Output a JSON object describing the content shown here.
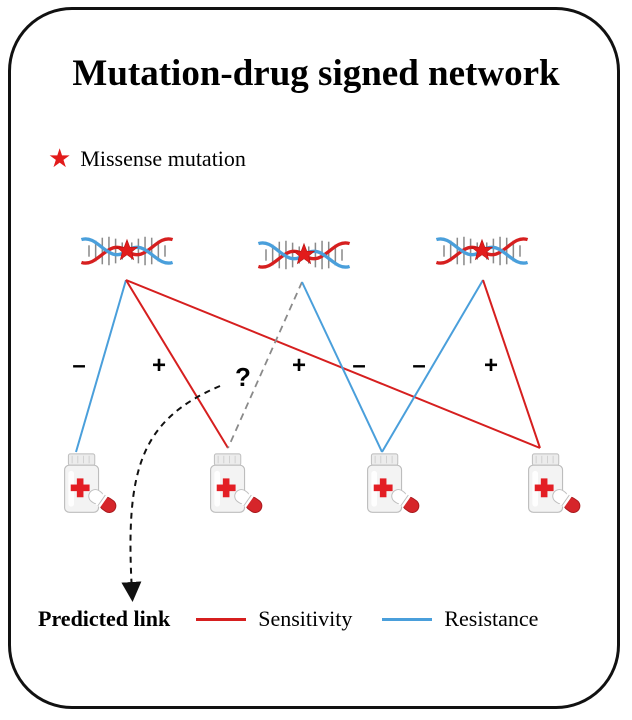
{
  "diagram": {
    "title": "Mutation-drug signed network",
    "missense_label": "Missense mutation",
    "question_mark": "?",
    "signs": [
      "–",
      "+",
      "+",
      "–",
      "–",
      "+"
    ],
    "legend": {
      "predicted_link": "Predicted link",
      "sensitivity": "Sensitivity",
      "resistance": "Resistance"
    },
    "colors": {
      "sensitivity": "#d61f1f",
      "resistance": "#4a9fdb",
      "predicted": "#8a8a8a",
      "mutation_star": "#e21b1b"
    },
    "nodes": {
      "mutations": [
        "dna-helix-icon",
        "dna-helix-icon",
        "dna-helix-icon"
      ],
      "drugs": [
        "medicine-bottle-icon",
        "medicine-bottle-icon",
        "medicine-bottle-icon",
        "medicine-bottle-icon"
      ]
    },
    "edges": [
      {
        "from": "mutation-1",
        "to": "drug-1",
        "type": "resistance"
      },
      {
        "from": "mutation-1",
        "to": "drug-2",
        "type": "sensitivity"
      },
      {
        "from": "mutation-1",
        "to": "drug-4",
        "type": "sensitivity"
      },
      {
        "from": "mutation-2",
        "to": "drug-2",
        "type": "predicted"
      },
      {
        "from": "mutation-2",
        "to": "drug-3",
        "type": "resistance"
      },
      {
        "from": "mutation-3",
        "to": "drug-3",
        "type": "resistance"
      },
      {
        "from": "mutation-3",
        "to": "drug-4",
        "type": "sensitivity"
      }
    ]
  }
}
